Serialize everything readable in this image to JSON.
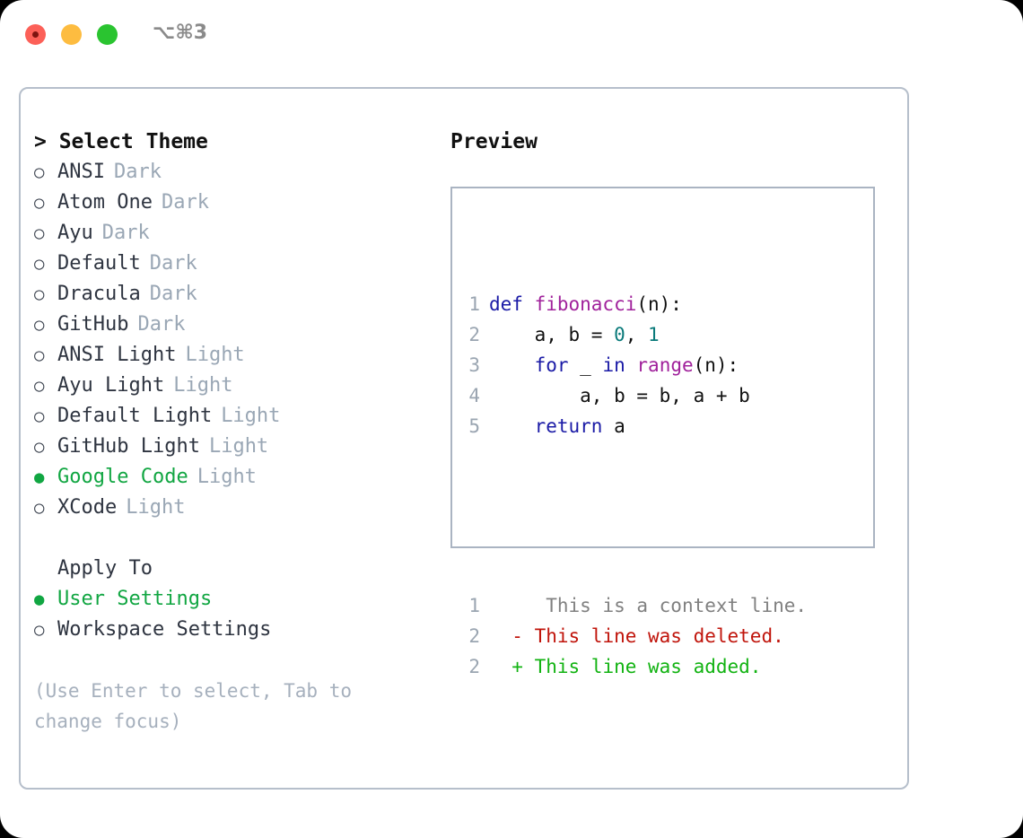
{
  "window": {
    "shortcut": "⌥⌘3",
    "traffic_lights": [
      {
        "name": "close",
        "color": "#fc6058"
      },
      {
        "name": "minimize",
        "color": "#fdbc40"
      },
      {
        "name": "maximize",
        "color": "#2ac430"
      }
    ]
  },
  "colors": {
    "accent_green": "#11a642",
    "muted": "#9aa7b5",
    "border": "#b6bfcb",
    "keyword": "#1a1aa6",
    "function": "#a0219b",
    "number": "#0a7a7a",
    "plain": "#111111",
    "diff_context": "#808080",
    "diff_deleted": "#c0140b",
    "diff_added": "#12b312",
    "line_number": "#9aa5b1"
  },
  "theme_list": {
    "header": "> Select Theme",
    "prompt": ">",
    "marker_unselected": "○",
    "marker_selected": "●",
    "items": [
      {
        "label": "ANSI",
        "badge": "Dark",
        "selected": false
      },
      {
        "label": "Atom One",
        "badge": "Dark",
        "selected": false
      },
      {
        "label": "Ayu",
        "badge": "Dark",
        "selected": false
      },
      {
        "label": "Default",
        "badge": "Dark",
        "selected": false
      },
      {
        "label": "Dracula",
        "badge": "Dark",
        "selected": false
      },
      {
        "label": "GitHub",
        "badge": "Dark",
        "selected": false
      },
      {
        "label": "ANSI Light",
        "badge": "Light",
        "selected": false
      },
      {
        "label": "Ayu Light",
        "badge": "Light",
        "selected": false
      },
      {
        "label": "Default Light",
        "badge": "Light",
        "selected": false
      },
      {
        "label": "GitHub Light",
        "badge": "Light",
        "selected": false
      },
      {
        "label": "Google Code",
        "badge": "Light",
        "selected": true
      },
      {
        "label": "XCode",
        "badge": "Light",
        "selected": false
      }
    ]
  },
  "apply_to": {
    "title": "Apply To",
    "items": [
      {
        "label": "User Settings",
        "selected": true
      },
      {
        "label": "Workspace Settings",
        "selected": false
      }
    ]
  },
  "hint": "(Use Enter to select, Tab to change focus)",
  "preview": {
    "header": "Preview",
    "code_lines": [
      {
        "number": "1",
        "tokens": [
          {
            "text": "def ",
            "style": "kw"
          },
          {
            "text": "fibonacci",
            "style": "fn"
          },
          {
            "text": "(n):",
            "style": "pln"
          }
        ]
      },
      {
        "number": "2",
        "tokens": [
          {
            "text": "    a, b = ",
            "style": "pln"
          },
          {
            "text": "0",
            "style": "num"
          },
          {
            "text": ", ",
            "style": "pln"
          },
          {
            "text": "1",
            "style": "num"
          }
        ]
      },
      {
        "number": "3",
        "tokens": [
          {
            "text": "    ",
            "style": "pln"
          },
          {
            "text": "for",
            "style": "kw"
          },
          {
            "text": " _ ",
            "style": "pln"
          },
          {
            "text": "in",
            "style": "kw"
          },
          {
            "text": " ",
            "style": "pln"
          },
          {
            "text": "range",
            "style": "fn"
          },
          {
            "text": "(n):",
            "style": "pln"
          }
        ]
      },
      {
        "number": "4",
        "tokens": [
          {
            "text": "        a, b = b, a + b",
            "style": "pln"
          }
        ]
      },
      {
        "number": "5",
        "tokens": [
          {
            "text": "    ",
            "style": "pln"
          },
          {
            "text": "return",
            "style": "kw"
          },
          {
            "text": " a",
            "style": "pln"
          }
        ]
      }
    ],
    "diff_lines": [
      {
        "number": "1",
        "marker": " ",
        "text": "  This is a context line.",
        "kind": "ctx"
      },
      {
        "number": "2",
        "marker": "-",
        "text": " This line was deleted.",
        "kind": "del"
      },
      {
        "number": "2",
        "marker": "+",
        "text": " This line was added.",
        "kind": "add"
      }
    ]
  }
}
